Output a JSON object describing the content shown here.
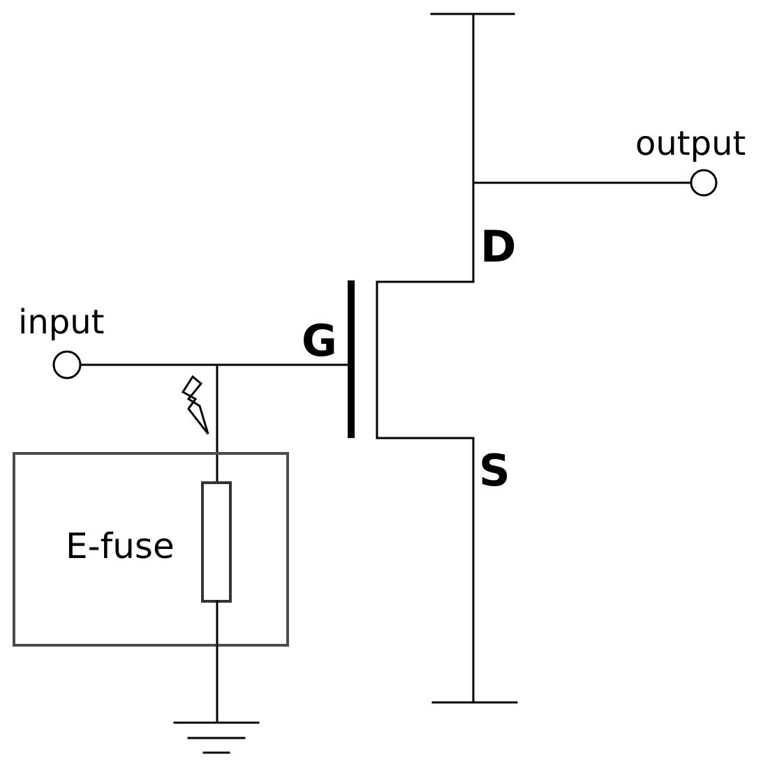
{
  "labels": {
    "input": "input",
    "output": "output",
    "gate": "G",
    "drain": "D",
    "source": "S",
    "efuse": "E-fuse"
  },
  "colors": {
    "line": "#000000",
    "box_stroke": "#4d4d4d",
    "background": "#ffffff"
  },
  "icons": {
    "blow_indicator": "lightning-bolt-icon",
    "ground": "ground-icon"
  }
}
